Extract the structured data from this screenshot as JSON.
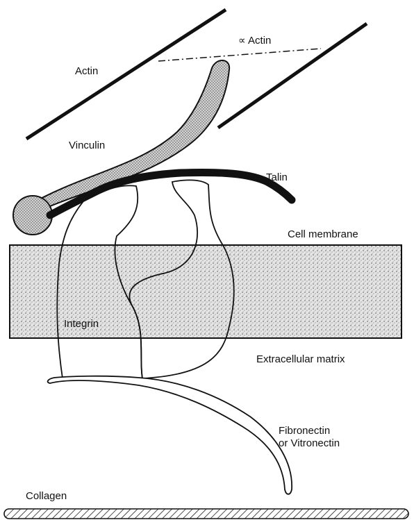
{
  "labels": {
    "actin": "Actin",
    "alpha_actin": "∝ Actin",
    "vinculin": "Vinculin",
    "talin": "Talin",
    "cell_membrane": "Cell membrane",
    "integrin": "Integrin",
    "extracellular_matrix": "Extracellular matrix",
    "fibronectin_line1": "Fibronectin",
    "fibronectin_line2": "or Vitronectin",
    "collagen": "Collagen"
  },
  "colors": {
    "ink": "#111111",
    "membrane_fill": "#dcdcdc",
    "vinculin_fill": "#c8c8c8"
  }
}
